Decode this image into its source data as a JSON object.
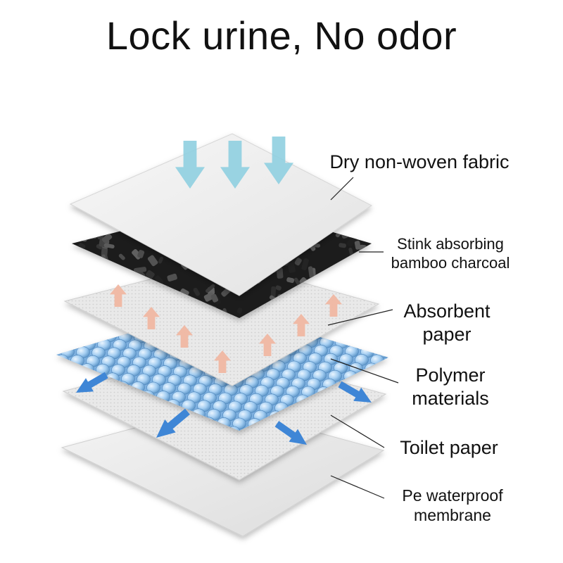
{
  "title": "Lock urine, No odor",
  "layers": [
    {
      "lines": [
        "Dry non-woven fabric"
      ]
    },
    {
      "lines": [
        "Stink absorbing",
        "bamboo charcoal"
      ]
    },
    {
      "lines": [
        "Absorbent",
        "paper"
      ]
    },
    {
      "lines": [
        "Polymer",
        "materials"
      ]
    },
    {
      "lines": [
        "Toilet paper"
      ]
    },
    {
      "lines": [
        "Pe waterproof",
        "membrane"
      ]
    }
  ],
  "colors": {
    "down_arrow": "#8fcfe0",
    "up_arrow": "#f0b7a2",
    "spread_arrow": "#3f86d6",
    "bead": "#9fc8ef",
    "charcoal": "#1c1c1c"
  }
}
